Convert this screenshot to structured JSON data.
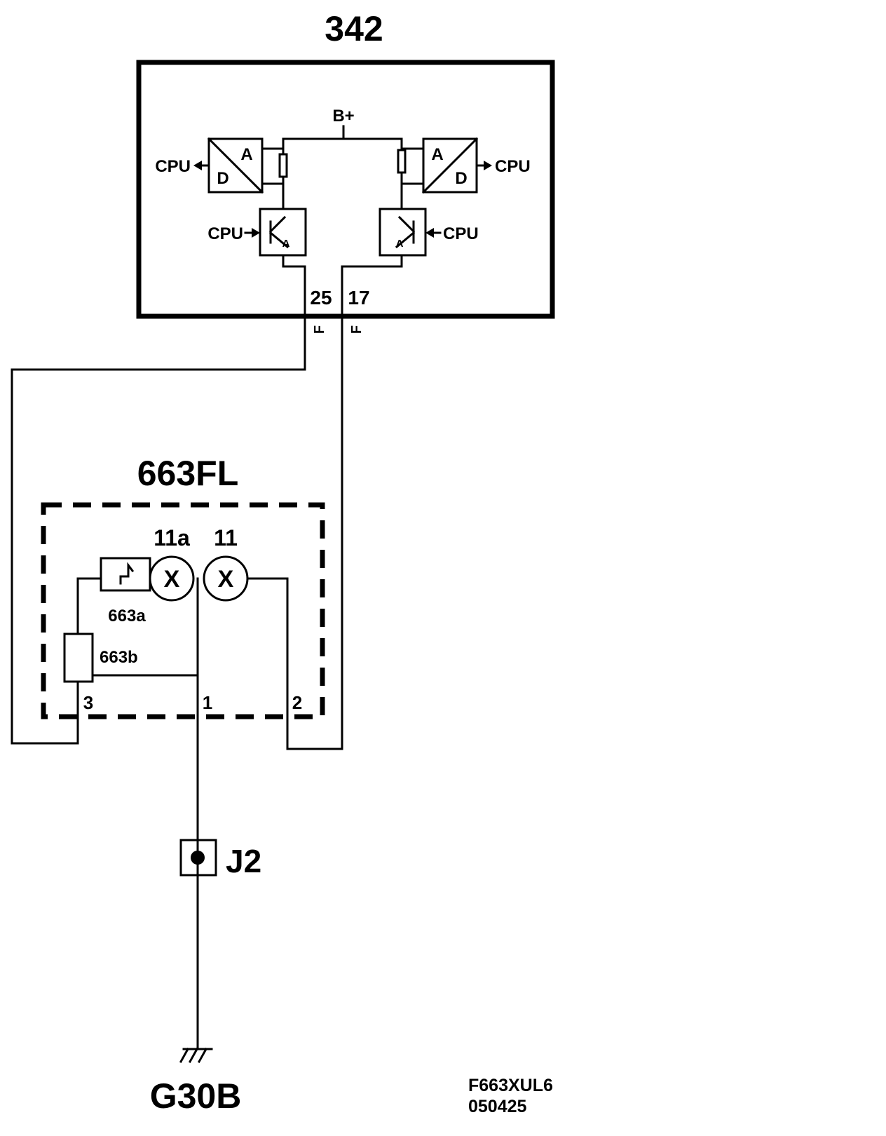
{
  "modules": {
    "control_unit": {
      "id": "342",
      "supply": "B+",
      "cpu_label": "CPU",
      "ad_a": "A",
      "ad_d": "D",
      "driver_letter": "A"
    },
    "sensor_unit": {
      "id": "663FL",
      "element_11a": "11a",
      "element_11": "11",
      "sub_a": "663a",
      "sub_b": "663b",
      "lamp_symbol": "X"
    }
  },
  "pins": {
    "p25": "25",
    "p17": "17",
    "p3": "3",
    "p1": "1",
    "p2": "2"
  },
  "connector_marks": {
    "left": "F",
    "right": "F"
  },
  "splice": "J2",
  "ground": "G30B",
  "doc_ref": {
    "code": "F663XUL6",
    "date": "050425"
  }
}
